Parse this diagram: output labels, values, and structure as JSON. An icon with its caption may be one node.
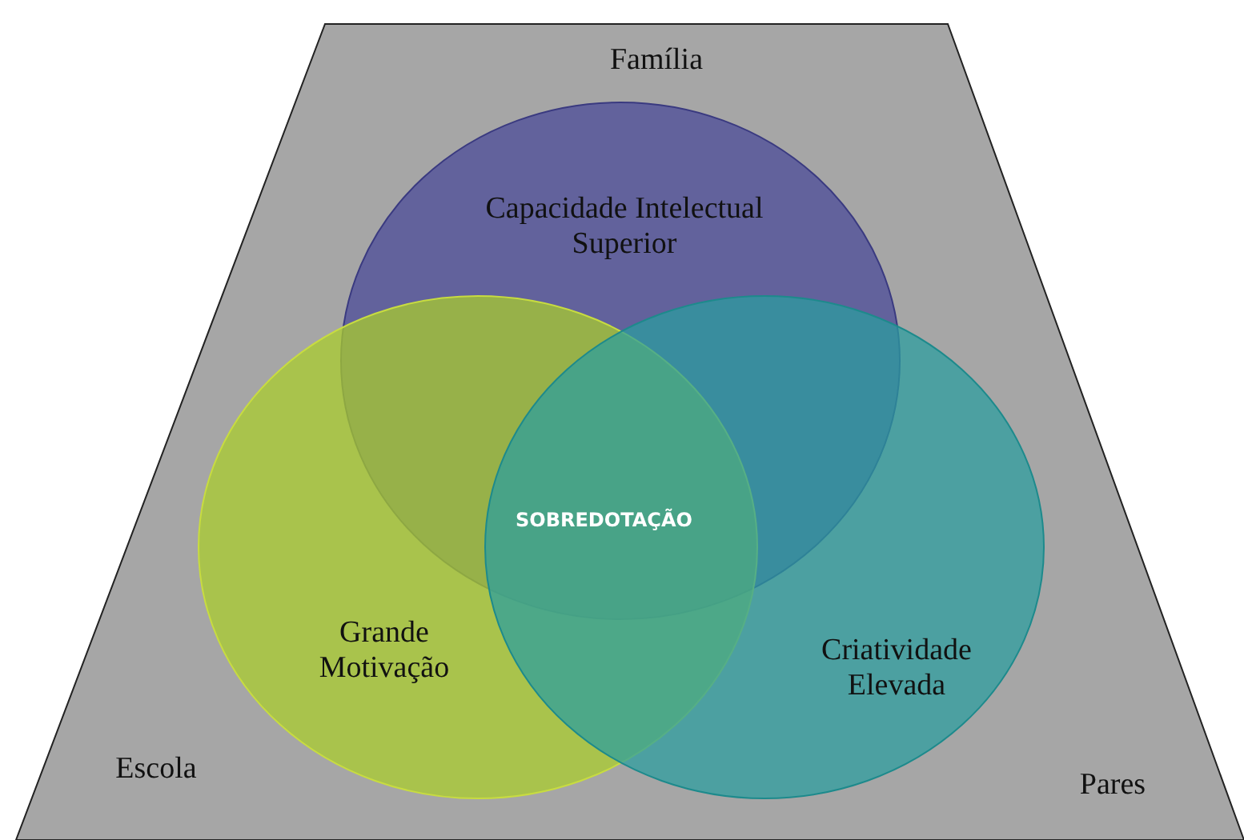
{
  "diagram": {
    "nodes": [
      {
        "text": [
          "Família",
          "Escola",
          "Pares"
        ]
      },
      {
        "text": [
          "Capacidade Intelectual Superior"
        ],
        "in": 0
      },
      {
        "text": [
          "Grande Motivação"
        ],
        "in": 0
      },
      {
        "text": [
          "Criatividade Elevada"
        ],
        "in": 0
      }
    ],
    "labels": [
      "SOBREDOTAÇÃO"
    ]
  }
}
